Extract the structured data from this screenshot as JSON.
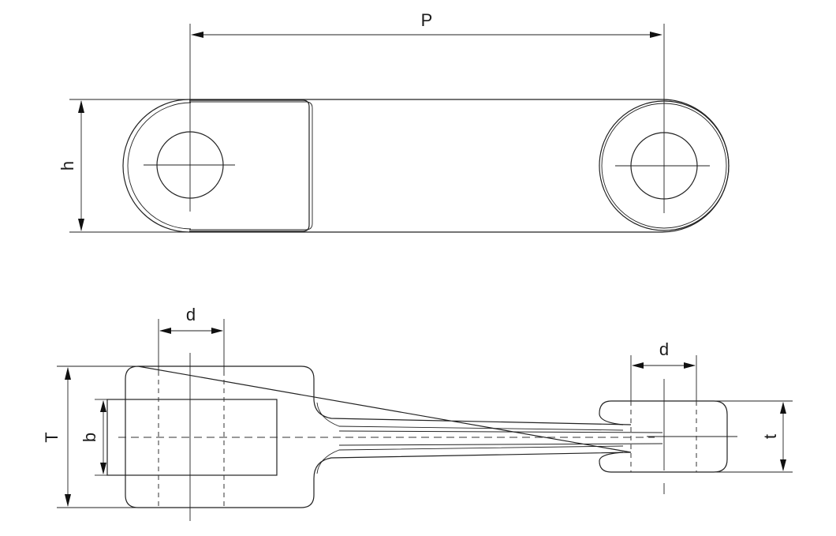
{
  "labels": {
    "pitch": "P",
    "height": "h",
    "pin_diameter_top": "d",
    "pin_diameter_right": "d",
    "total_width": "T",
    "inner_width": "b",
    "thickness": "t"
  },
  "colors": {
    "line": "#222222",
    "background": "#ffffff"
  }
}
